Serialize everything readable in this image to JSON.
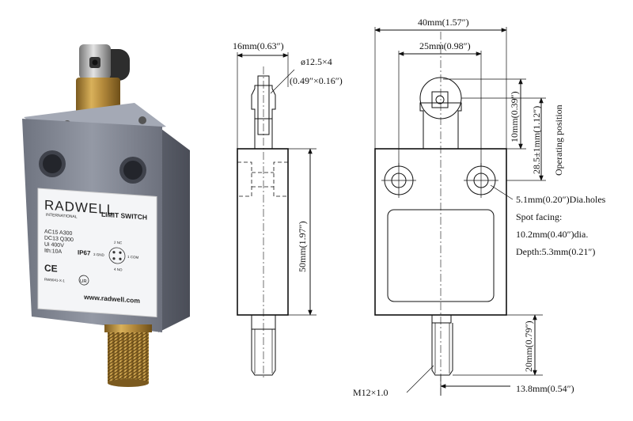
{
  "photo": {
    "brand": "RADWELL",
    "brand_sub": "INTERNATIONAL",
    "product": "LIMIT SWITCH",
    "ratings": [
      "AC15 A300",
      "DC13 Q300",
      "Ui 400V",
      "Ith:10A"
    ],
    "ip": "IP67",
    "pins": {
      "p2": "2 NC",
      "p3": "3 GND",
      "p1": "1 COM",
      "p4": "4 NO"
    },
    "model": "RW9041-X-1",
    "cert": "CE",
    "website": "www.radwell.com",
    "body_color": "#8a8f9b",
    "brass_color": "#b48a3c"
  },
  "side_view": {
    "width_dim": "16mm(0.63″)",
    "roller_dim_1": "ø12.5×4",
    "roller_dim_2": "(0.49″×0.16″)",
    "height_dim": "50mm(1.97″)"
  },
  "front_view": {
    "total_width": "40mm(1.57″)",
    "hole_spacing": "25mm(0.98″)",
    "roller_height": "10mm(0.39″)",
    "operating_dim": "28.5±1mm(1.12″)",
    "operating_label": "Operating position",
    "hole_note": [
      "5.1mm(0.20″)Dia.holes",
      "Spot facing:",
      "10.2mm(0.40″)dia.",
      "Depth:5.3mm(0.21″)"
    ],
    "thread_len": "20mm(0.79″)",
    "thread_label": "M12×1.0",
    "thread_offset": "13.8mm(0.54″)"
  }
}
